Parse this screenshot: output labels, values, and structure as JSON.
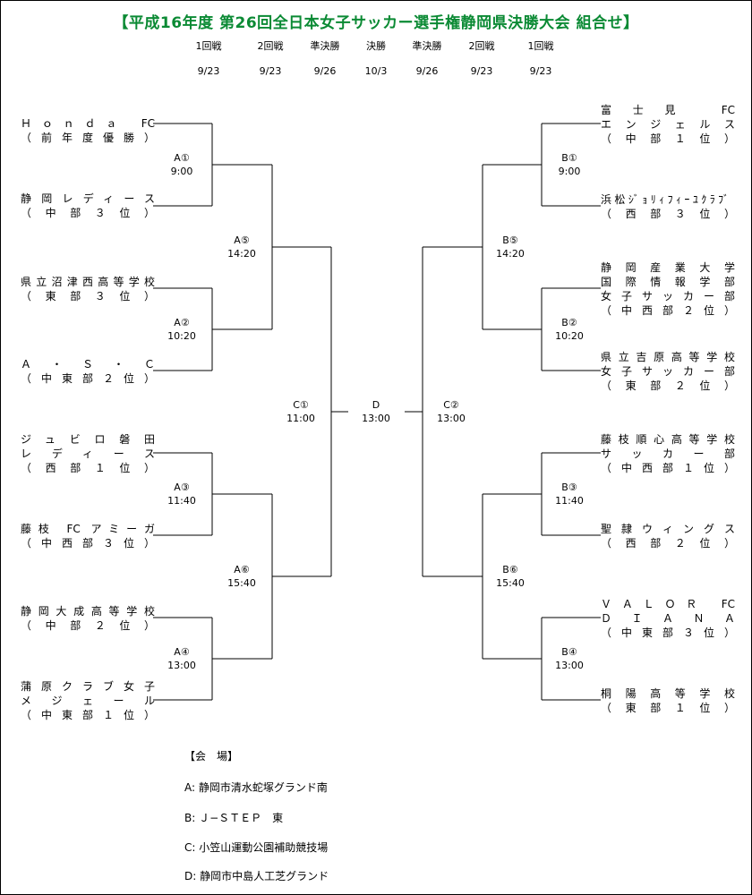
{
  "title": "【平成16年度 第26回全日本女子サッカー選手権静岡県決勝大会 組合せ】",
  "colors": {
    "title": "#0b8a34",
    "line": "#000000"
  },
  "rounds": [
    {
      "name": "1回戦",
      "date": "9/23"
    },
    {
      "name": "2回戦",
      "date": "9/23"
    },
    {
      "name": "準決勝",
      "date": "9/26"
    },
    {
      "name": "決勝",
      "date": "10/3"
    },
    {
      "name": "準決勝",
      "date": "9/26"
    },
    {
      "name": "2回戦",
      "date": "9/23"
    },
    {
      "name": "1回戦",
      "date": "9/23"
    }
  ],
  "left_teams": [
    {
      "lines": [
        "Ｈｏｎｄａ FC",
        "（前年度優勝）"
      ]
    },
    {
      "lines": [
        "静岡レディース",
        "（中部３位）"
      ]
    },
    {
      "lines": [
        "県立沼津西高等学校",
        "（東部３位）"
      ]
    },
    {
      "lines": [
        "Ａ・Ｓ・Ｃ",
        "（中東部２位）"
      ]
    },
    {
      "lines": [
        "ジュビロ磐田",
        "レディース",
        "（西部１位）"
      ]
    },
    {
      "lines": [
        "藤枝 FC アミーガ",
        "（中西部３位）"
      ]
    },
    {
      "lines": [
        "静岡大成高等学校",
        "（中部２位）"
      ]
    },
    {
      "lines": [
        "蒲原クラブ女子",
        "メジェール",
        "（中東部１位）"
      ]
    }
  ],
  "right_teams": [
    {
      "lines": [
        "富士見 FC",
        "エンジェルス",
        "（中部１位）"
      ]
    },
    {
      "lines": [
        "浜松ｼﾞｮﾘｨﾌｨｰﾕｸﾗﾌﾞ",
        "（西部３位）"
      ]
    },
    {
      "lines": [
        "静岡産業大学",
        "国際情報学部",
        "女子サッカー部",
        "（中西部２位）"
      ]
    },
    {
      "lines": [
        "県立吉原高等学校",
        "女子サッカー部",
        "（東部２位）"
      ]
    },
    {
      "lines": [
        "藤枝順心高等学校",
        "サッカー部",
        "（中西部１位）"
      ]
    },
    {
      "lines": [
        "聖隷ウィングス",
        "（西部２位）"
      ]
    },
    {
      "lines": [
        "ＶＡＬＯＲ FC",
        "ＤＩＡＮＡ",
        "（中東部３位）"
      ]
    },
    {
      "lines": [
        "桐陽高等学校",
        "（東部１位）"
      ]
    }
  ],
  "matches": {
    "A1": {
      "label": "A①",
      "time": "9:00"
    },
    "A2": {
      "label": "A②",
      "time": "10:20"
    },
    "A3": {
      "label": "A③",
      "time": "11:40"
    },
    "A4": {
      "label": "A④",
      "time": "13:00"
    },
    "A5": {
      "label": "A⑤",
      "time": "14:20"
    },
    "A6": {
      "label": "A⑥",
      "time": "15:40"
    },
    "B1": {
      "label": "B①",
      "time": "9:00"
    },
    "B2": {
      "label": "B②",
      "time": "10:20"
    },
    "B3": {
      "label": "B③",
      "time": "11:40"
    },
    "B4": {
      "label": "B④",
      "time": "13:00"
    },
    "B5": {
      "label": "B⑤",
      "time": "14:20"
    },
    "B6": {
      "label": "B⑥",
      "time": "15:40"
    },
    "C1": {
      "label": "C①",
      "time": "11:00"
    },
    "C2": {
      "label": "C②",
      "time": "13:00"
    },
    "D": {
      "label": "D",
      "time": "13:00"
    }
  },
  "venues": {
    "heading": "【会　場】",
    "items": [
      "A: 静岡市清水蛇塚グランド南",
      "B: Ｊ−ＳＴＥＰ　東",
      "C: 小笠山運動公園補助競技場",
      "D: 静岡市中島人工芝グランド"
    ]
  }
}
